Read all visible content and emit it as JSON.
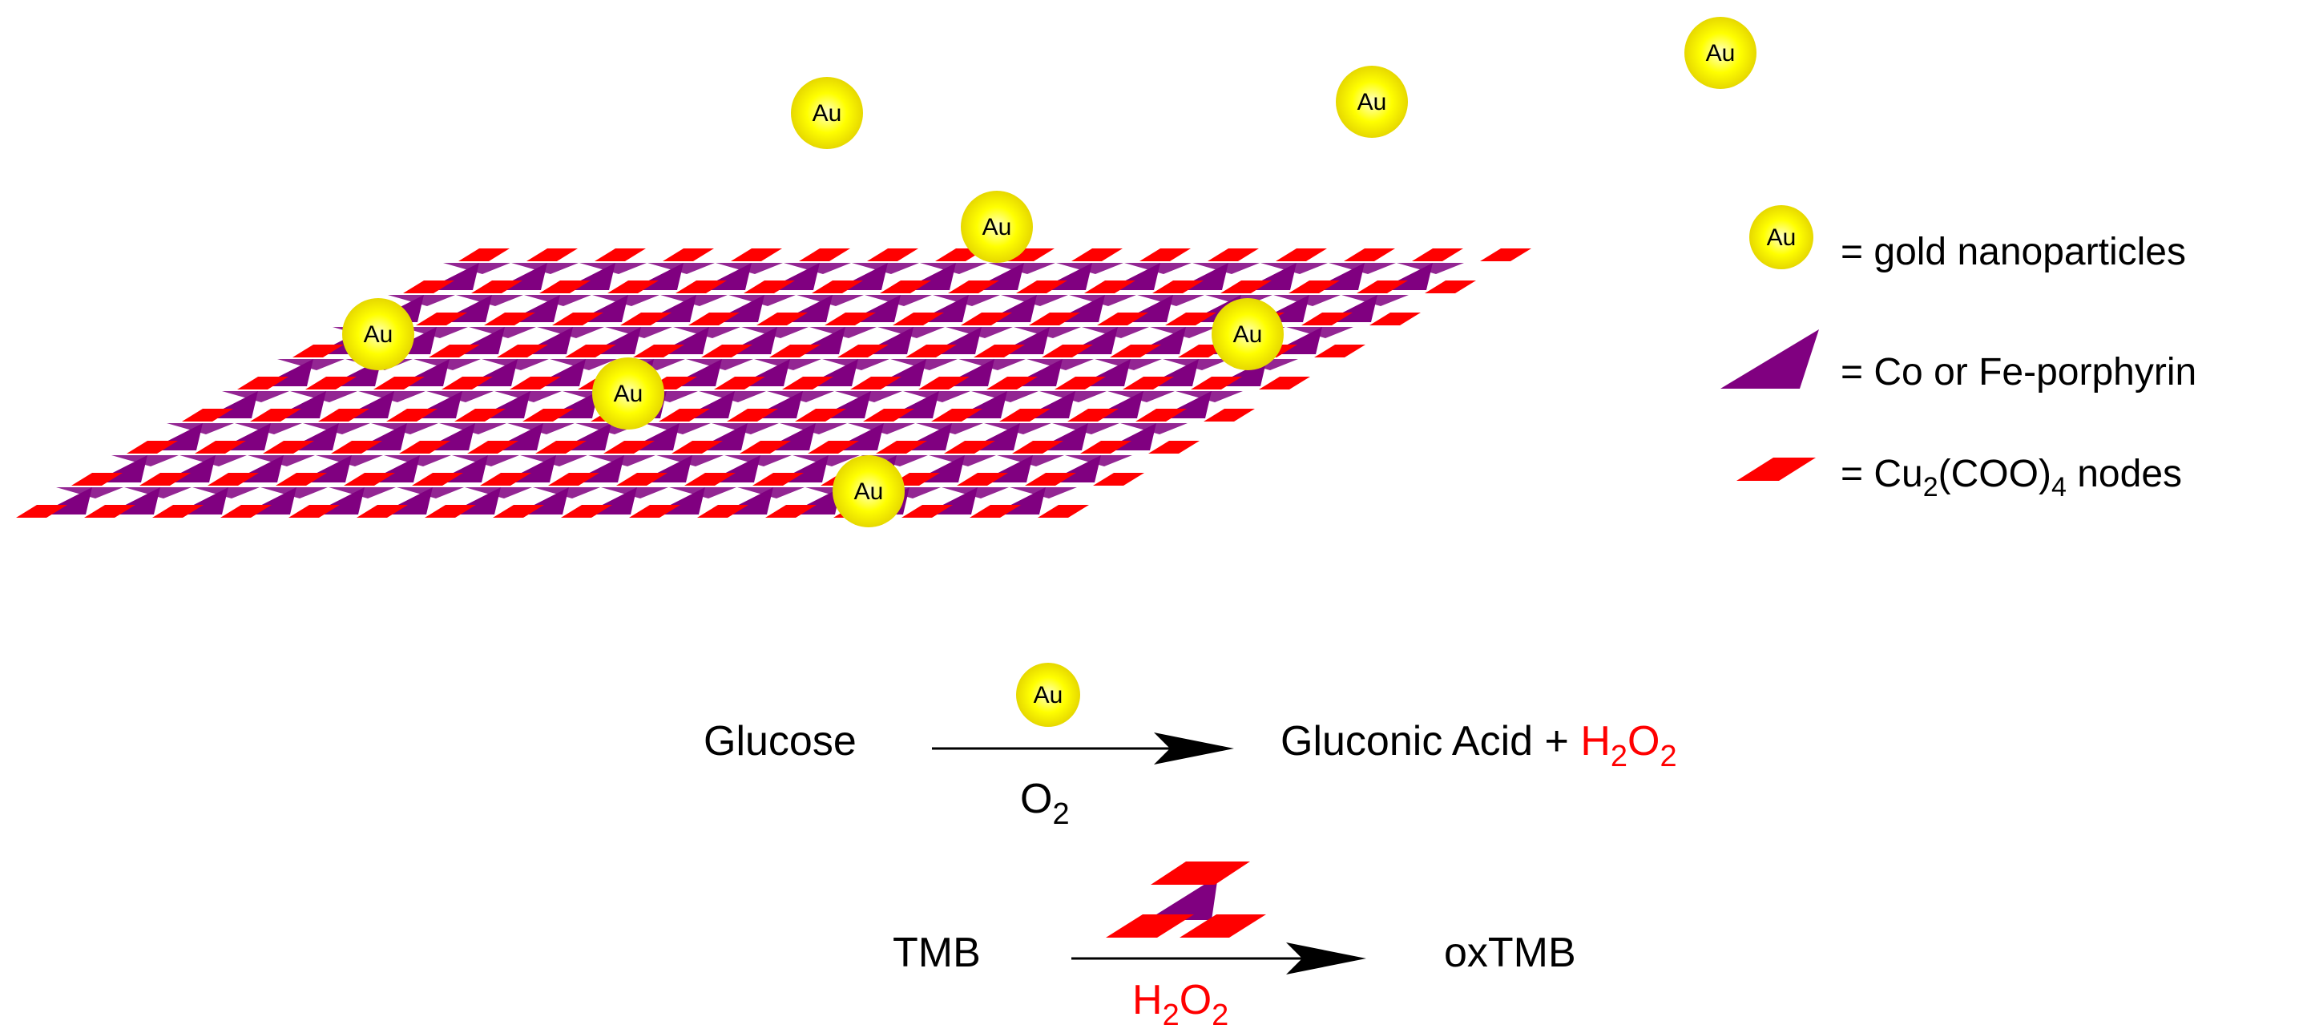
{
  "colors": {
    "node_red": "#ff0000",
    "porphyrin_purple": "#800080",
    "gold_yellow": "#ffff00",
    "background": "#ffffff",
    "text_black": "#000000",
    "text_red": "#ff0000"
  },
  "particle_label": "Au",
  "legend": {
    "gold": {
      "icon": "gold-nanoparticle-icon",
      "text": "= gold nanoparticles"
    },
    "porphyrin": {
      "icon": "porphyrin-icon",
      "text": "= Co or Fe-porphyrin"
    },
    "nodes": {
      "icon": "cu-node-icon",
      "prefix": "= Cu",
      "sub1": "2",
      "mid": "(COO)",
      "sub2": "4",
      "suffix": " nodes"
    }
  },
  "reaction1": {
    "reactant": "Glucose",
    "catalyst_label": "Au",
    "below_arrow": {
      "main": "O",
      "sub": "2"
    },
    "product_main": "Gluconic Acid + ",
    "product_h2o2": {
      "h": "H",
      "sub1": "2",
      "o": "O",
      "sub2": "2"
    }
  },
  "reaction2": {
    "reactant": "TMB",
    "catalyst_icon": "porphyrin-node-icon",
    "below_arrow": {
      "h": "H",
      "sub1": "2",
      "o": "O",
      "sub2": "2"
    },
    "product": "oxTMB"
  }
}
